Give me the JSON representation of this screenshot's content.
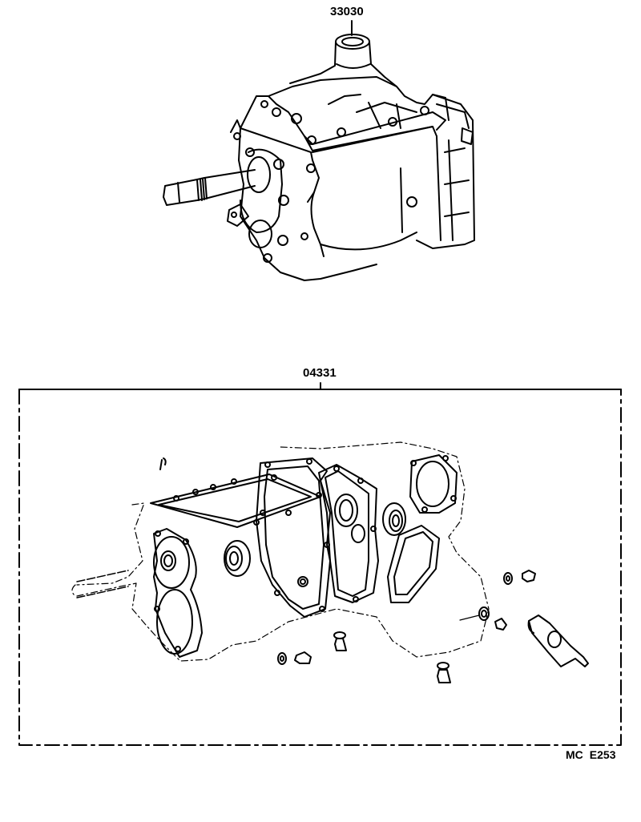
{
  "diagram": {
    "type": "exploded parts catalog illustration",
    "assemblies": [
      {
        "part_number": "33030",
        "description": "transmission assembly (manual)"
      },
      {
        "part_number": "04331",
        "description": "transmission gasket / overhaul kit (dashed group box)"
      }
    ],
    "footer": {
      "prefix": "MC",
      "code": "E253"
    }
  },
  "colors": {
    "line": "#000000",
    "background": "#ffffff"
  }
}
